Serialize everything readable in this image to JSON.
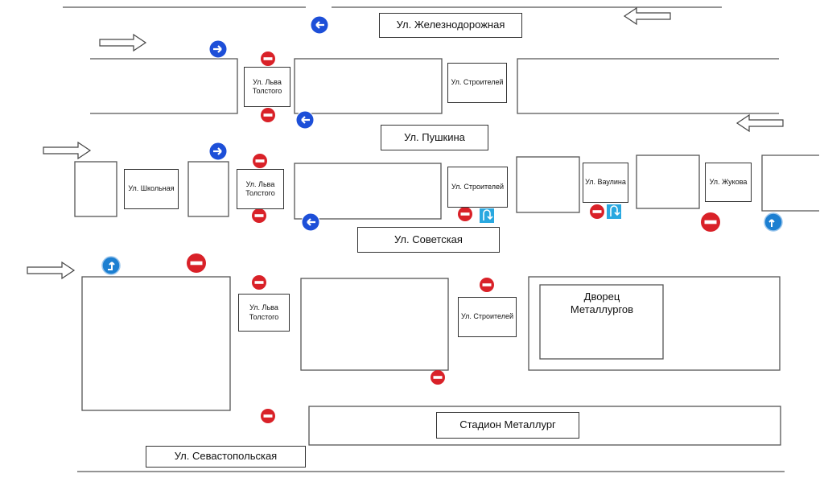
{
  "streets": {
    "zheleznodorozhnaya": "Ул. Железнодорожная",
    "pushkina": "Ул. Пушкина",
    "sovetskaya": "Ул. Советская",
    "sevastopolskaya": "Ул. Севастопольская"
  },
  "cross_labels": {
    "lva_tolstogo": "Ул. Льва Толстого",
    "stroiteley": "Ул. Строителей",
    "shkolnaya": "Ул. Школьная",
    "vaulina": "Ул. Ваулина",
    "zhukova": "Ул. Жукова"
  },
  "landmarks": {
    "palace": "Дворец Металлургов",
    "stadium": "Стадион Металлург"
  },
  "colors": {
    "no_entry": "#d92128",
    "blue_sign": "#1d4fd8",
    "u_turn": "#29a8e0",
    "outline": "#555555"
  },
  "icons": {
    "no_entry": "no-entry-sign-icon",
    "one_way_left": "one-way-left-sign-icon",
    "one_way_right": "one-way-right-sign-icon",
    "turn_right_up": "turn-right-sign-icon",
    "u_turn": "u-turn-sign-icon",
    "direction_arrow": "traffic-direction-arrow-icon"
  }
}
